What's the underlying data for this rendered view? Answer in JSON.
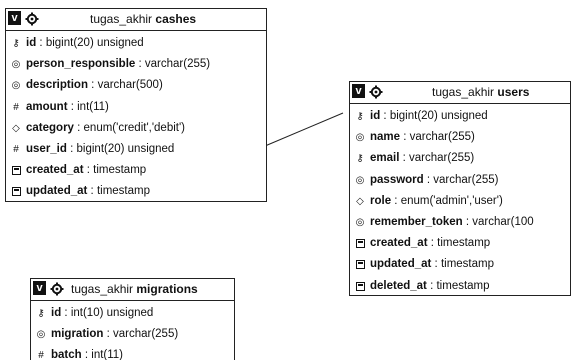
{
  "tables": {
    "cashes": {
      "badge": "v",
      "schema": "tugas_akhir",
      "name": "cashes",
      "columns": [
        {
          "icon": "key",
          "name": "id",
          "type": "bigint(20) unsigned"
        },
        {
          "icon": "field",
          "name": "person_responsible",
          "type": "varchar(255)"
        },
        {
          "icon": "field",
          "name": "description",
          "type": "varchar(500)"
        },
        {
          "icon": "number",
          "name": "amount",
          "type": "int(11)"
        },
        {
          "icon": "enum",
          "name": "category",
          "type": "enum('credit','debit')"
        },
        {
          "icon": "number",
          "name": "user_id",
          "type": "bigint(20) unsigned"
        },
        {
          "icon": "date",
          "name": "created_at",
          "type": "timestamp"
        },
        {
          "icon": "date",
          "name": "updated_at",
          "type": "timestamp"
        }
      ]
    },
    "users": {
      "badge": "v",
      "schema": "tugas_akhir",
      "name": "users",
      "columns": [
        {
          "icon": "key",
          "name": "id",
          "type": "bigint(20) unsigned"
        },
        {
          "icon": "field",
          "name": "name",
          "type": "varchar(255)"
        },
        {
          "icon": "key",
          "name": "email",
          "type": "varchar(255)"
        },
        {
          "icon": "field",
          "name": "password",
          "type": "varchar(255)"
        },
        {
          "icon": "enum",
          "name": "role",
          "type": "enum('admin','user')"
        },
        {
          "icon": "field",
          "name": "remember_token",
          "type": "varchar(100"
        },
        {
          "icon": "date",
          "name": "created_at",
          "type": "timestamp"
        },
        {
          "icon": "date",
          "name": "updated_at",
          "type": "timestamp"
        },
        {
          "icon": "date",
          "name": "deleted_at",
          "type": "timestamp"
        }
      ]
    },
    "migrations": {
      "badge": "v",
      "schema": "tugas_akhir",
      "name": "migrations",
      "columns": [
        {
          "icon": "key",
          "name": "id",
          "type": "int(10) unsigned"
        },
        {
          "icon": "field",
          "name": "migration",
          "type": "varchar(255)"
        },
        {
          "icon": "number",
          "name": "batch",
          "type": "int(11)"
        }
      ]
    }
  },
  "separator": " : ",
  "icons": {
    "key": "key-icon",
    "field": "field-icon",
    "number": "hash-icon",
    "enum": "diamond-icon",
    "date": "calendar-icon"
  },
  "colors": {
    "line": "#222222",
    "badge": "#111111"
  }
}
